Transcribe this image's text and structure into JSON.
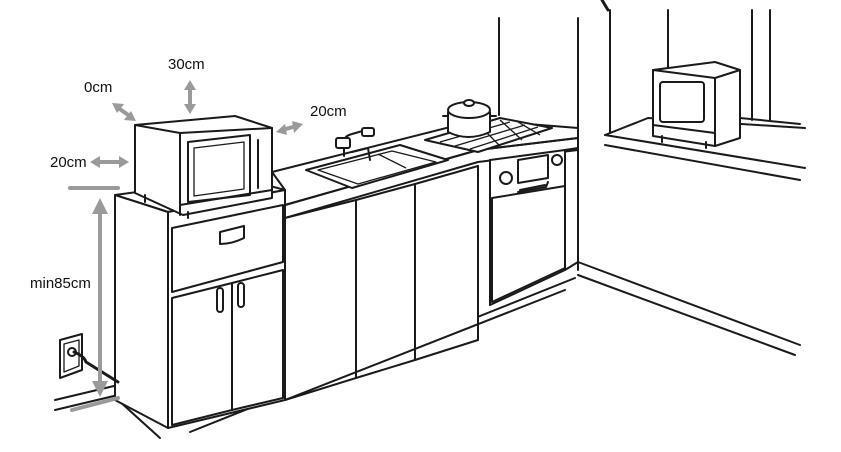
{
  "labels": {
    "left_clearance": "20cm",
    "corner_clearance": "0cm",
    "top_clearance": "30cm",
    "right_clearance": "20cm",
    "height_min": "min85cm"
  },
  "colors": {
    "line": "#1a1a1a",
    "arrow": "#9a9a9a",
    "background": "#ffffff"
  }
}
